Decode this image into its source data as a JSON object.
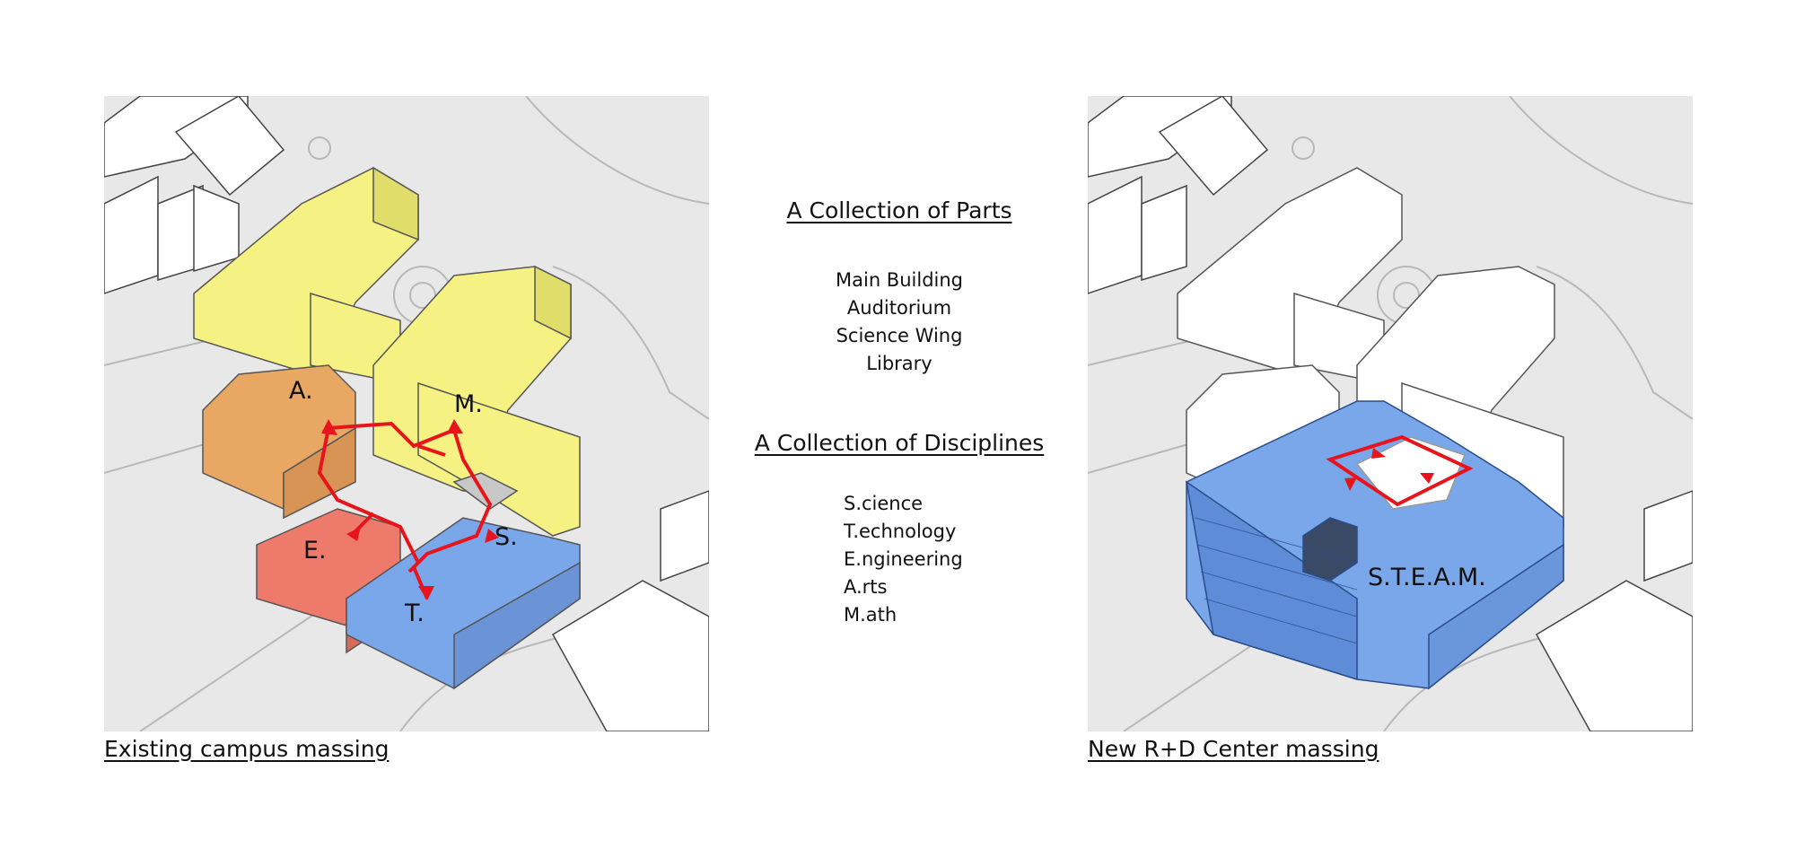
{
  "left_panel": {
    "caption": "Existing campus massing",
    "labels": {
      "a": "A.",
      "m": "M.",
      "e": "E.",
      "s": "S.",
      "t": "T."
    }
  },
  "right_panel": {
    "caption": "New R+D Center massing",
    "labels": {
      "steam": "S.T.E.A.M."
    }
  },
  "center": {
    "parts_heading": "A Collection of Parts",
    "parts": [
      "Main Building",
      "Auditorium",
      "Science Wing",
      "Library"
    ],
    "disciplines_heading": "A Collection of Disciplines",
    "disciplines": [
      "S.cience",
      "T.echnology",
      "E.ngineering",
      "A.rts",
      "M.ath"
    ]
  },
  "colors": {
    "ground": "#e8e8e8",
    "main_building": "#f5f283",
    "auditorium": "#e8a864",
    "engineering": "#ee7a6c",
    "science_wing": "#7aa6ea",
    "circulation": "#e8141c"
  }
}
